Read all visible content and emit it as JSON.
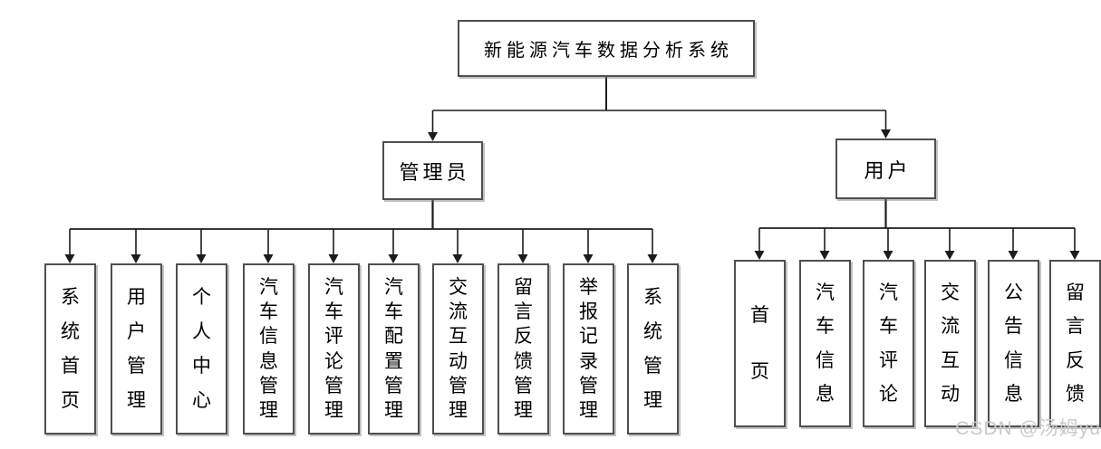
{
  "diagram": {
    "root": {
      "label": "新能源汽车数据分析系统"
    },
    "branches": [
      {
        "label": "管理员",
        "children": [
          "系统首页",
          "用户管理",
          "个人中心",
          "汽车信息管理",
          "汽车评论管理",
          "汽车配置管理",
          "交流互动管理",
          "留言反馈管理",
          "举报记录管理",
          "系统管理"
        ]
      },
      {
        "label": "用户",
        "children": [
          "首页",
          "汽车信息",
          "汽车评论",
          "交流互动",
          "公告信息",
          "留言反馈"
        ]
      }
    ]
  },
  "watermark": {
    "text": "CSDN @汤姆yu"
  },
  "colors": {
    "line": "#1c1c1c",
    "box_border": "#4f4f4f",
    "box_bg": "#ffffff",
    "text": "#000000",
    "watermark": "#c9c9c9",
    "background": "#ffffff"
  }
}
